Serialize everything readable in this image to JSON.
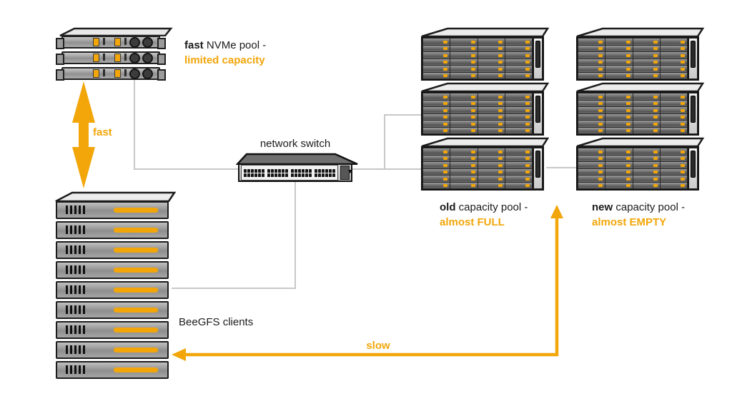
{
  "colors": {
    "accent": "#F2A60A",
    "wire": "#C8C8C8"
  },
  "nvme_pool": {
    "label_bold": "fast",
    "label_rest": " NVMe pool -",
    "label_line2": "limited capacity",
    "server_count": 3
  },
  "clients": {
    "label": "BeeGFS clients",
    "server_count": 9
  },
  "network_switch": {
    "label": "network switch",
    "port_groups": 4,
    "ports_per_group": 12
  },
  "old_pool": {
    "label_bold": "old",
    "label_rest": " capacity pool -",
    "label_line2": "almost FULL",
    "enclosure_count": 3,
    "bay_rows": 6,
    "bay_columns": 4
  },
  "new_pool": {
    "label_bold": "new",
    "label_rest": " capacity pool -",
    "label_line2": "almost EMPTY",
    "enclosure_count": 3,
    "bay_rows": 6,
    "bay_columns": 4
  },
  "arrows": {
    "fast_label": "fast",
    "slow_label": "slow"
  }
}
